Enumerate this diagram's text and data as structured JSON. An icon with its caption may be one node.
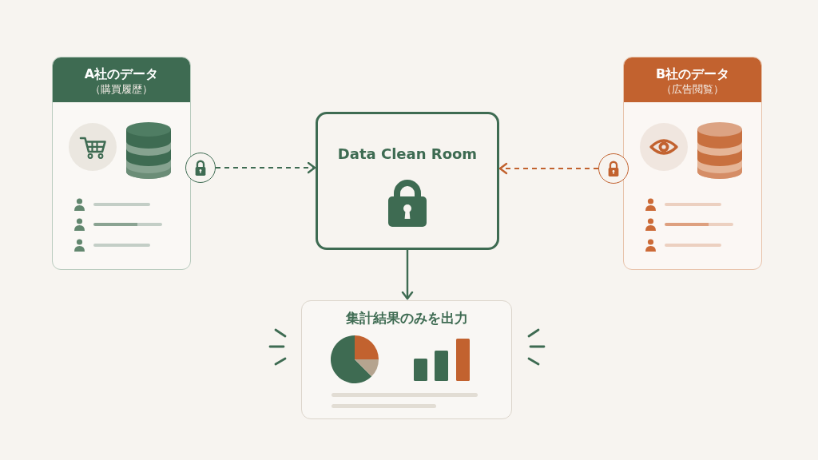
{
  "diagram": {
    "nodes": [
      {
        "text": [
          "A社のデータ",
          "（購買履歴）"
        ]
      },
      {
        "text": [],
        "shape": "circle"
      },
      {
        "text": [
          "Data Clean Room"
        ]
      },
      {
        "text": [],
        "shape": "circle"
      },
      {
        "text": [
          "B社のデータ",
          "（広告閲覧）"
        ]
      },
      {
        "text": [
          "集計結果のみを出力"
        ]
      }
    ],
    "edges": [
      {
        "from": 1,
        "to": 2,
        "arrow": "to",
        "style": "dashed"
      },
      {
        "from": 3,
        "to": 2,
        "arrow": "to",
        "style": "dashed",
        "color": "#c2622f"
      },
      {
        "from": 2,
        "to": 5,
        "arrow": "to"
      }
    ]
  }
}
